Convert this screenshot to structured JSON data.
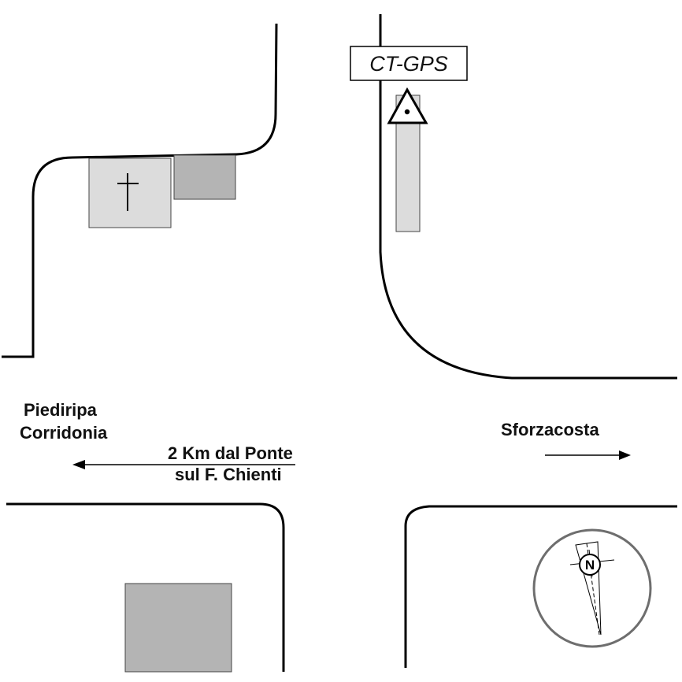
{
  "map": {
    "station": {
      "label": "CT-GPS",
      "icon": "triangle-benchmark-icon"
    },
    "labels": {
      "west_line1": "Piediripa",
      "west_line2": "Corridonia",
      "distance_line1": "2 Km dal Ponte",
      "distance_line2": "sul F. Chienti",
      "east": "Sforzacosta"
    },
    "compass": {
      "north_label": "N"
    },
    "landmarks": {
      "church_symbol": "cross-icon"
    },
    "colors": {
      "road": "#000000",
      "building_light": "#dcdcdc",
      "building_dark": "#b4b4b4",
      "compass_ring": "#6e6e6e"
    }
  }
}
